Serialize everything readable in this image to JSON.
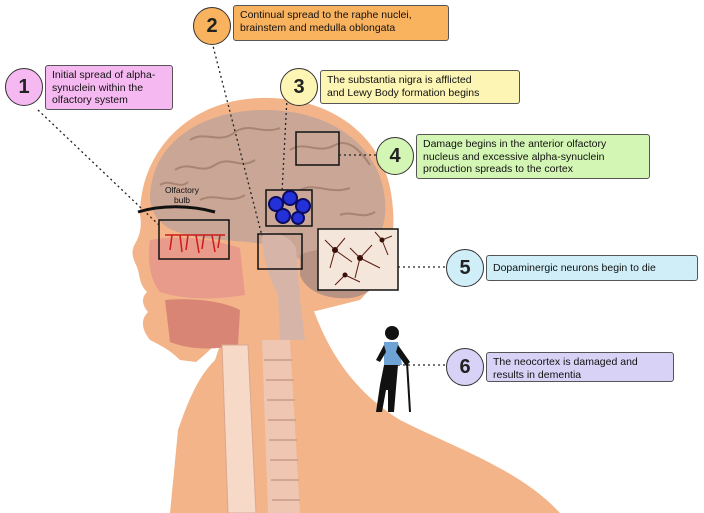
{
  "steps": [
    {
      "number": "1",
      "text": "Initial spread of alpha-\nsynuclein within the\nolfactory system",
      "color": "#f6b8f1"
    },
    {
      "number": "2",
      "text": "Continual spread to the raphe nuclei,\nbrainstem and medulla oblongata",
      "color": "#f9b25e"
    },
    {
      "number": "3",
      "text": "The substantia nigra is afflicted\nand Lewy Body formation begins",
      "color": "#fdf5b3"
    },
    {
      "number": "4",
      "text": "Damage begins in the anterior olfactory\nnucleus and excessive alpha-synuclein\nproduction spreads to the cortex",
      "color": "#d4f6b4"
    },
    {
      "number": "5",
      "text": "Dopaminergic neurons begin to die",
      "color": "#cfeef8"
    },
    {
      "number": "6",
      "text": "The neocortex is damaged and\nresults in dementia",
      "color": "#d8d2f6"
    }
  ],
  "labels": {
    "olfactory_bulb": "Olfactory\nbulb"
  }
}
